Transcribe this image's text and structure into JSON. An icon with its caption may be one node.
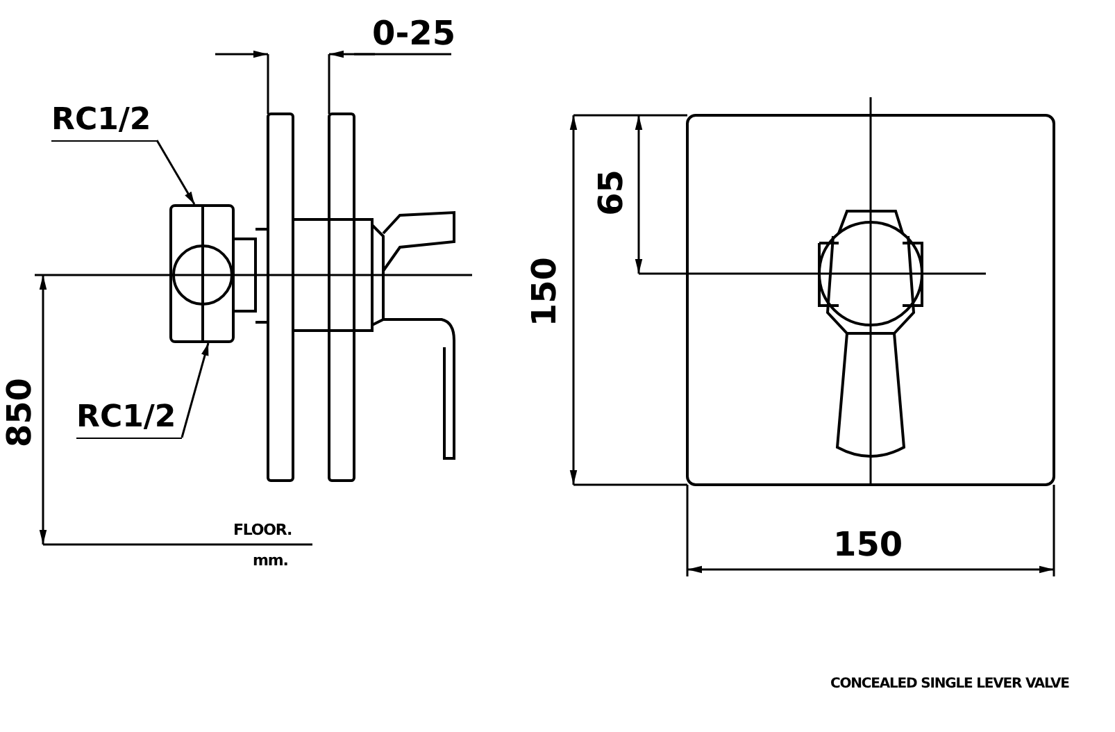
{
  "diagram": {
    "nodes": [
      {
        "text": [
          "RC1/2"
        ]
      },
      {
        "text": [
          "RC1/2"
        ]
      },
      {
        "text": [],
        "shape": "picture"
      }
    ],
    "edges": [
      {
        "from": 0,
        "to": 2,
        "arrow": "to"
      },
      {
        "from": 1,
        "to": 2,
        "arrow": "to"
      }
    ],
    "labels": [
      "0-25",
      "65",
      "150",
      "850",
      "FLOOR.",
      "mm.",
      "150",
      "CONCEALED SINGLE LEVER VALVE"
    ]
  }
}
